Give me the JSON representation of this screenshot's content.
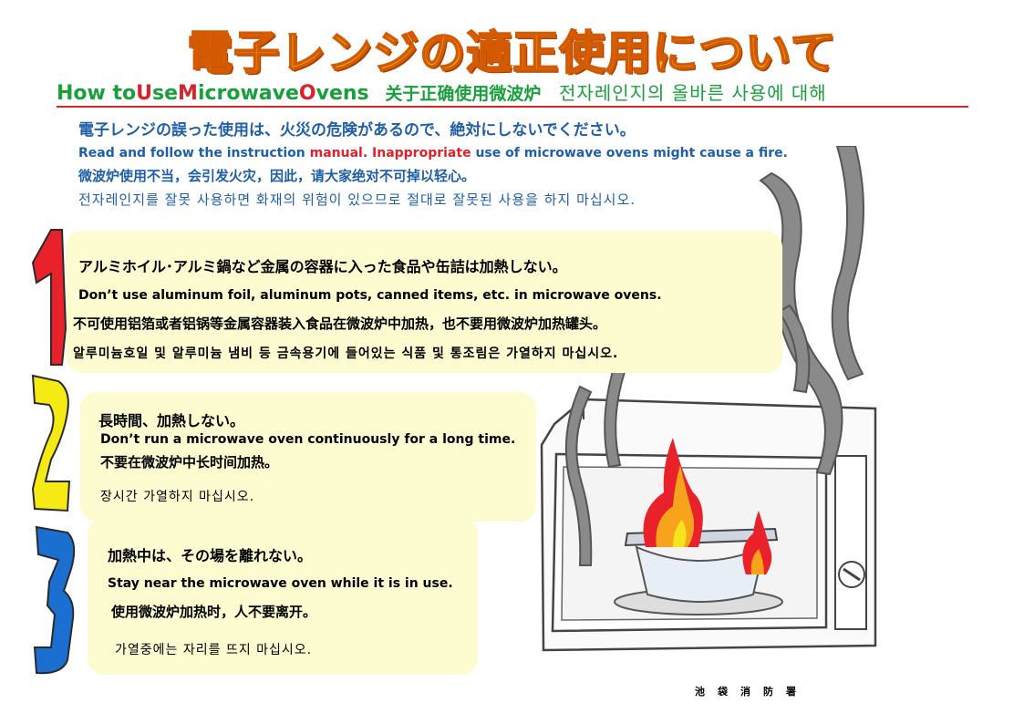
{
  "title": {
    "jp": "電子レンジの適正使用について",
    "en_part1": "How to ",
    "en_u": "U",
    "en_part2": "se ",
    "en_m": "M",
    "en_part3": "icrowave ",
    "en_o": "O",
    "en_part4": "vens",
    "cn": "关于正确使用微波炉",
    "kr": "전자레인지의 올바른 사용에 대해"
  },
  "warning": {
    "jp": "電子レンジの誤った使用は、火災の危険があるので、絶対にしないでください。",
    "en_part1": "Read and follow the instruction ",
    "en_red": "manual. Inappropriate",
    "en_part2": " use of microwave ovens might cause a fire.",
    "cn": "微波炉使用不当，会引发火灾，因此，请大家绝对不可掉以轻心。",
    "kr": "전자레인지를 잘못 사용하면 화재의 위험이 있으므로 절대로 잘못된 사용을 하지 마십시오."
  },
  "items": [
    {
      "jp": "アルミホイル･アルミ鍋など金属の容器に入った食品や缶詰は加熱しない。",
      "en": "Don’t use aluminum foil, aluminum pots, canned items, etc. in microwave ovens.",
      "cn": "不可使用铝箔或者铝锅等金属容器装入食品在微波炉中加热，也不要用微波炉加热罐头。",
      "kr": "알루미늄호일 및 알루미늄 냄비 등 금속용기에 들어있는 식품 및 통조림은 가열하지 마십시오."
    },
    {
      "jp": "長時間、加熱しない。",
      "en": "Don’t run a microwave oven continuously for a long time.",
      "cn": "不要在微波炉中长时间加热。",
      "kr": "장시간 가열하지 마십시오."
    },
    {
      "jp": "加熱中は、その場を離れない。",
      "en": "Stay near the microwave oven while it is in use.",
      "cn": "使用微波炉加热时，人不要离开。",
      "kr": "가열중에는 자리를 뜨지 마십시오."
    }
  ],
  "footer": "池袋消防署",
  "colors": {
    "title_fill": "#f7c518",
    "green": "#19a03c",
    "red": "#d9232c",
    "blue": "#1f5fa8",
    "box_bg": "#fdfbd0",
    "numeral_1": "#e8212a",
    "numeral_2": "#f5ea14",
    "numeral_3": "#1a6fd0"
  },
  "icons": [
    "numeral-1-icon",
    "numeral-2-icon",
    "numeral-3-icon",
    "microwave-fire-illustration",
    "smoke-icon"
  ]
}
